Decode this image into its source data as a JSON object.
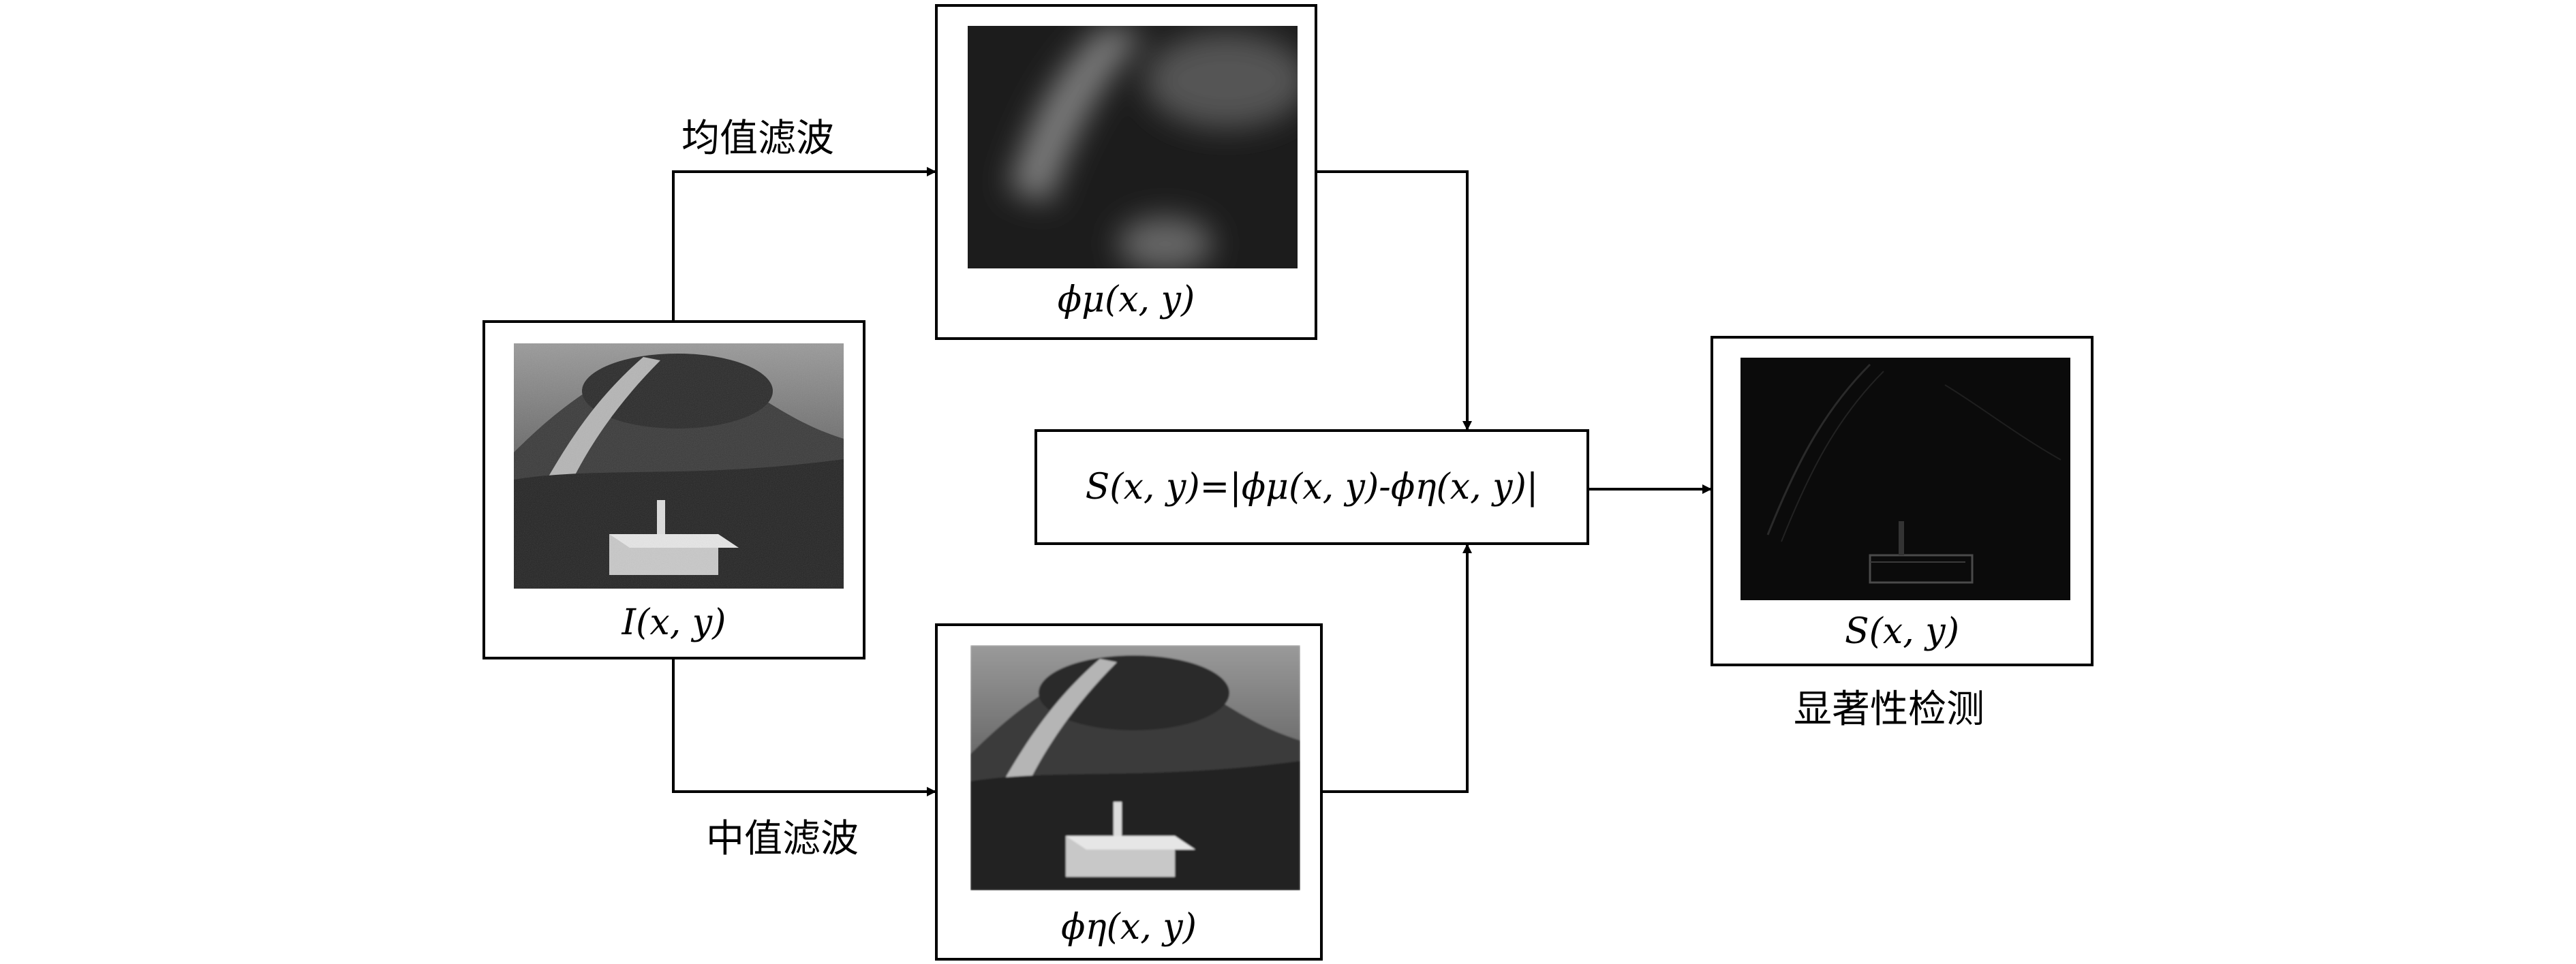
{
  "nodes": {
    "input": {
      "caption": "I(x, y)"
    },
    "mean": {
      "caption": "ϕμ(x, y)"
    },
    "median": {
      "caption": "ϕη(x, y)"
    },
    "formula": {
      "text": "S(x, y)=|ϕμ(x, y)-ϕη(x, y)|"
    },
    "output": {
      "caption": "S(x, y)"
    }
  },
  "labels": {
    "mean_filter": "均值滤波",
    "median_filter": "中值滤波",
    "saliency": "显著性检测"
  },
  "colors": {
    "line": "#000000",
    "frame": "#000000"
  }
}
